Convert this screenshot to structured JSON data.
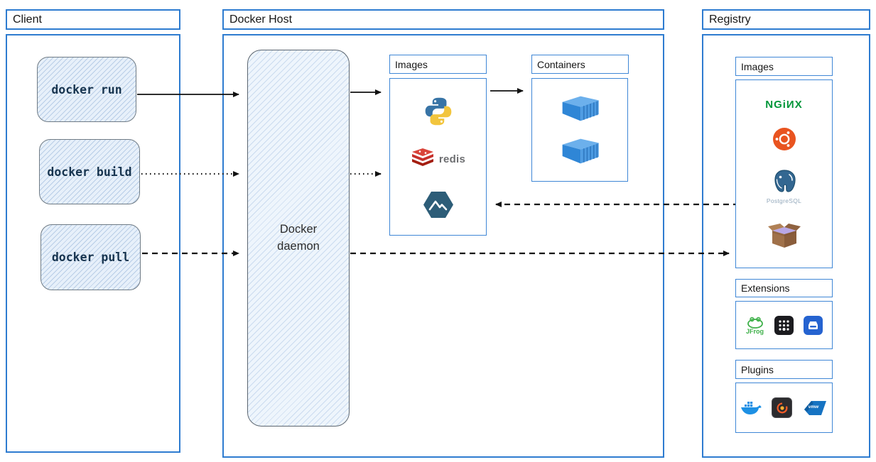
{
  "diagram": {
    "client": {
      "title": "Client",
      "commands": [
        {
          "label": "docker run",
          "arrow_style": "solid"
        },
        {
          "label": "docker build",
          "arrow_style": "dotted"
        },
        {
          "label": "docker pull",
          "arrow_style": "dashed"
        }
      ]
    },
    "docker_host": {
      "title": "Docker Host",
      "daemon_label": "Docker daemon",
      "images_panel": {
        "title": "Images",
        "items": [
          {
            "icon": "python-icon",
            "name": "python"
          },
          {
            "icon": "redis-icon",
            "name": "redis",
            "caption": "redis"
          },
          {
            "icon": "alpine-icon",
            "name": "alpine"
          }
        ]
      },
      "containers_panel": {
        "title": "Containers",
        "items": [
          {
            "icon": "container-icon"
          },
          {
            "icon": "container-icon"
          }
        ]
      }
    },
    "registry": {
      "title": "Registry",
      "images_panel": {
        "title": "Images",
        "items": [
          {
            "icon": "nginx-icon",
            "wordmark": "NGiИX"
          },
          {
            "icon": "ubuntu-icon",
            "name": "ubuntu"
          },
          {
            "icon": "postgresql-icon",
            "caption": "PostgreSQL"
          },
          {
            "icon": "busybox-icon",
            "name": "busybox"
          }
        ]
      },
      "extensions_panel": {
        "title": "Extensions",
        "items": [
          {
            "icon": "jfrog-icon",
            "label": "JFrog"
          },
          {
            "icon": "apps-grid-icon"
          },
          {
            "icon": "disk-app-icon"
          }
        ]
      },
      "plugins_panel": {
        "title": "Plugins",
        "items": [
          {
            "icon": "docker-whale-icon"
          },
          {
            "icon": "grafana-icon"
          },
          {
            "icon": "vmware-icon",
            "label": "vmw"
          }
        ]
      }
    },
    "colors": {
      "frame_border": "#2e7cd0",
      "panel_border": "#3f87d6",
      "sketch_fill": "#e7f0fa",
      "sketch_border": "#6f7b85",
      "arrow": "#111111",
      "nginx_green": "#009639",
      "ubuntu_orange": "#e95420",
      "redis_red": "#c6302b",
      "alpine_teal": "#2d5d78",
      "container_blue": "#3b8de0",
      "jfrog_green": "#3eb049"
    }
  }
}
